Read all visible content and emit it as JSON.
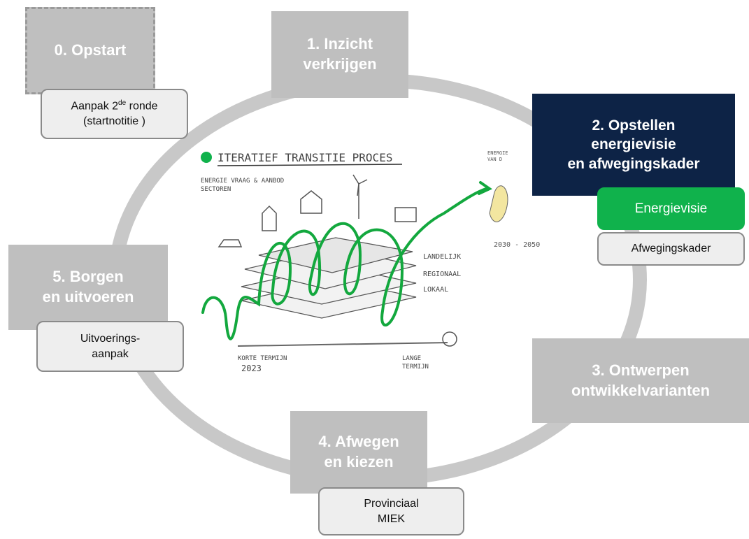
{
  "phases": {
    "p0": "0. Opstart",
    "p1": "1. Inzicht\nverkrijgen",
    "p2": "2. Opstellen\nenergievisie\nen afwegingskader",
    "p3": "3. Ontwerpen\nontwikkelvarianten",
    "p4": "4. Afwegen\nen kiezen",
    "p5": "5. Borgen\nen uitvoeren"
  },
  "notes": {
    "aanpak_pre": "Aanpak 2",
    "aanpak_sup": "de",
    "aanpak_post": " ronde\n(startnotitie )",
    "energievisie": "Energievisie",
    "afwegingskader": "Afwegingskader",
    "uitvoering": "Uitvoerings-\naanpak",
    "provinciaal": "Provinciaal\nMIEK"
  },
  "sketch": {
    "title": "ITERATIEF TRANSITIE PROCES",
    "subtitle_1": "ENERGIE VRAAG & AANBOD",
    "subtitle_2": "SECTOREN",
    "layer_1": "LANDELIJK",
    "layer_2": "REGIONAAL",
    "layer_3": "LOKAAL",
    "short_term": "KORTE TERMIJN",
    "year_start": "2023",
    "long_term": "LANGE",
    "long_term_2": "TERMIJN",
    "period": "2030 - 2050",
    "corner_1": "ENERGIE",
    "corner_2": "VAN D"
  },
  "colors": {
    "phase_gray": "#bfbfbf",
    "phase_active": "#0d2346",
    "ring_gray": "#c8c8c8",
    "green": "#10b24c",
    "note_bg": "#eeeeee"
  }
}
